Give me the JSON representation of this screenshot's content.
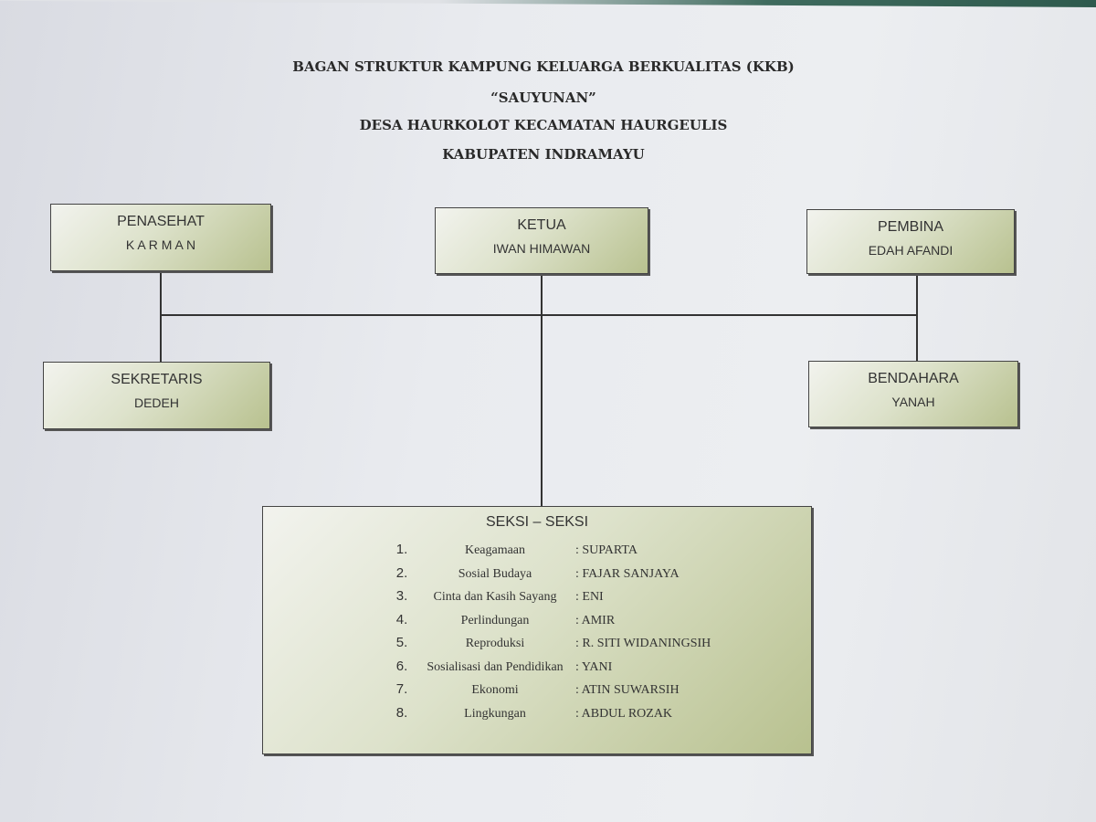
{
  "title": {
    "line1": "BAGAN STRUKTUR KAMPUNG KELUARGA BERKUALITAS (KKB)",
    "line2": "“SAUYUNAN”",
    "line3": "DESA HAURKOLOT KECAMATAN HAURGEULIS",
    "line4": "KABUPATEN INDRAMAYU"
  },
  "penasehat": {
    "role": "PENASEHAT",
    "name": "K A R M A N"
  },
  "ketua": {
    "role": "KETUA",
    "name": "IWAN HIMAWAN"
  },
  "pembina": {
    "role": "PEMBINA",
    "name": "EDAH AFANDI"
  },
  "sekretaris": {
    "role": "SEKRETARIS",
    "name": "DEDEH"
  },
  "bendahara": {
    "role": "BENDAHARA",
    "name": "YANAH"
  },
  "seksi": {
    "title": "SEKSI – SEKSI",
    "items": [
      {
        "num": "1.",
        "section": "Keagamaan",
        "person": ": SUPARTA"
      },
      {
        "num": "2.",
        "section": "Sosial Budaya",
        "person": ": FAJAR SANJAYA"
      },
      {
        "num": "3.",
        "section": "Cinta dan Kasih Sayang",
        "person": ": ENI"
      },
      {
        "num": "4.",
        "section": "Perlindungan",
        "person": ": AMIR"
      },
      {
        "num": "5.",
        "section": "Reproduksi",
        "person": ": R. SITI WIDANINGSIH"
      },
      {
        "num": "6.",
        "section": "Sosialisasi dan Pendidikan",
        "person": ": YANI"
      },
      {
        "num": "7.",
        "section": "Ekonomi",
        "person": ": ATIN SUWARSIH"
      },
      {
        "num": "8.",
        "section": "Lingkungan",
        "person": ": ABDUL ROZAK"
      }
    ]
  }
}
